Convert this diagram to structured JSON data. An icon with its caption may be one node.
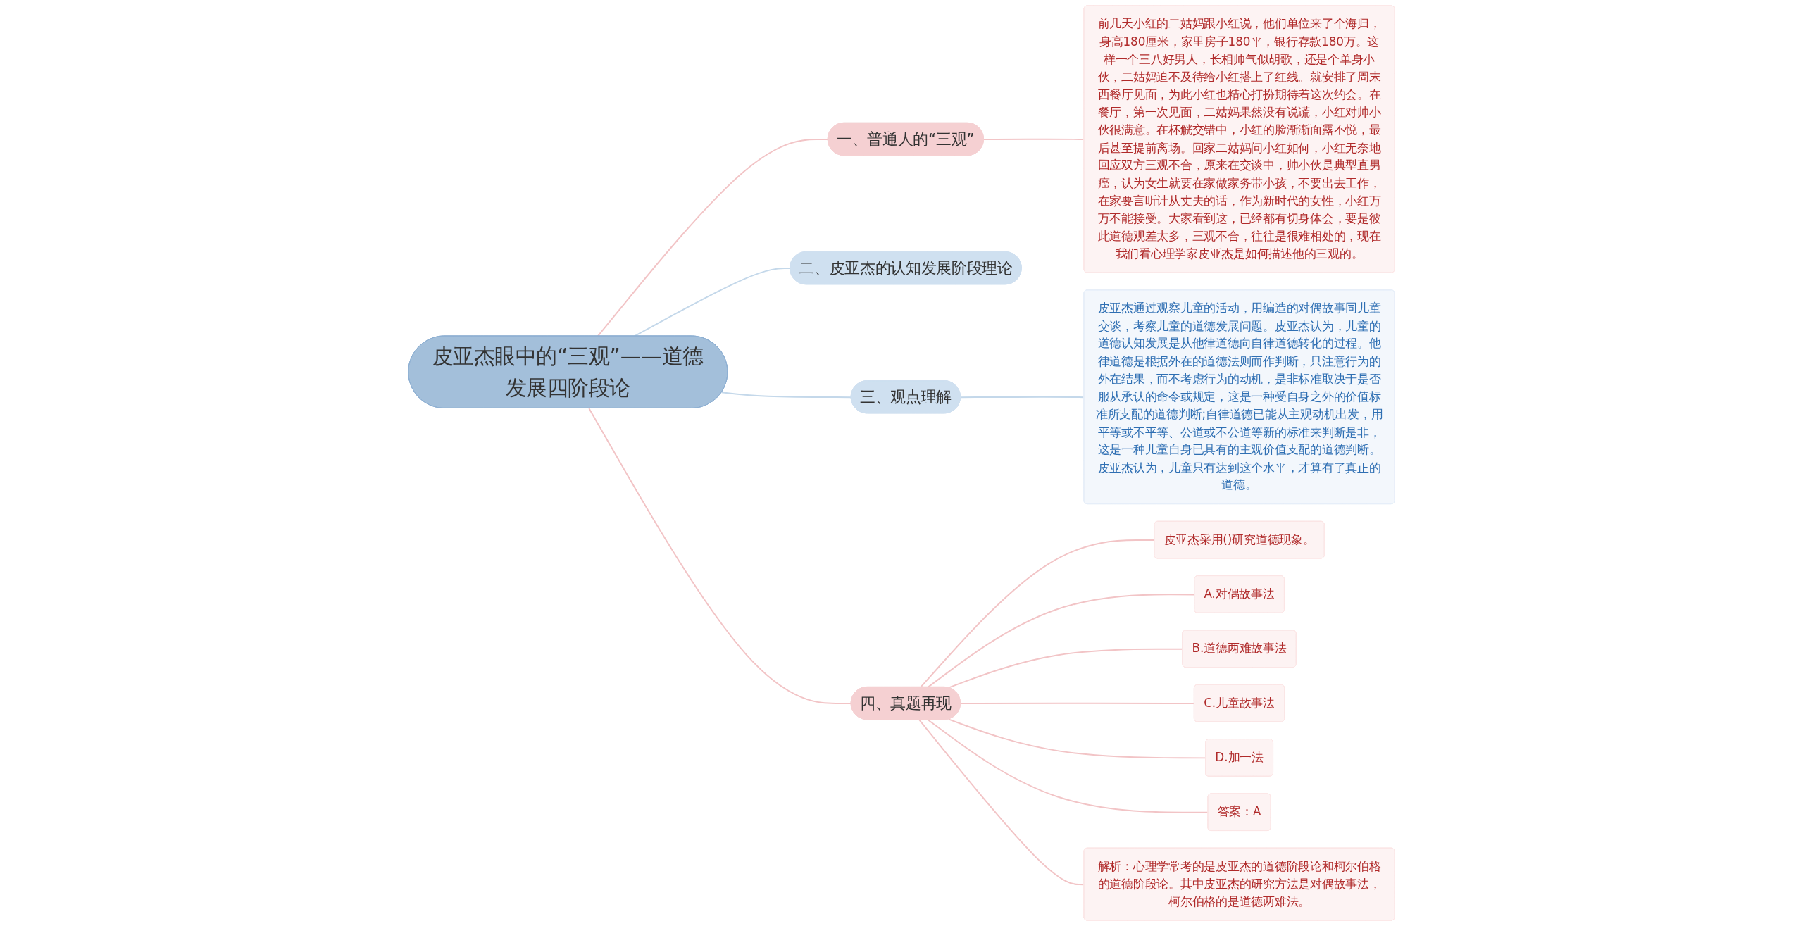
{
  "diagram": {
    "nodes": [
      {
        "text": [
          "皮亚杰眼中的“三观”——道德发展四阶段论"
        ]
      },
      {
        "text": [
          "一、普通人的“三观”"
        ]
      },
      {
        "text": [
          "前几天小红的二姑妈跟小红说，他们单位来了个海归，身高180厘米，家里房子180平，银行存款180万。这样一个三八好男人，长相帅气似胡歌，还是个单身小伙，二姑妈迫不及待给小红搭上了红线。就安排了周末西餐厅见面，为此小红也精心打扮期待着这次约会。在餐厅，第一次见面，二姑妈果然没有说谎，小红对帅小伙很满意。在杯觥交错中，小红的脸渐渐面露不悦，最后甚至提前离场。回家二姑妈问小红如何，小红无奈地回应双方三观不合，原来在交谈中，帅小伙是典型直男癌，认为女生就要在家做家务带小孩，不要出去工作，在家要言听计从丈夫的话，作为新时代的女性，小红万万不能接受。大家看到这，已经都有切身体会，要是彼此道德观差太多，三观不合，往往是很难相处的，现在我们看心理学家皮亚杰是如何描述他的三观的。"
        ]
      },
      {
        "text": [
          "二、皮亚杰的认知发展阶段理论"
        ]
      },
      {
        "text": [
          "三、观点理解"
        ]
      },
      {
        "text": [
          "皮亚杰通过观察儿童的活动，用编造的对偶故事同儿童交谈，考察儿童的道德发展问题。皮亚杰认为，儿童的道德认知发展是从他律道德向自律道德转化的过程。他律道德是根据外在的道德法则而作判断，只注意行为的外在结果，而不考虑行为的动机，是非标准取决于是否服从承认的命令或规定，这是一种受自身之外的价值标准所支配的道德判断;自律道德已能从主观动机出发，用平等或不平等、公道或不公道等新的标准来判断是非，这是一种儿童自身已具有的主观价值支配的道德判断。皮亚杰认为，儿童只有达到这个水平，才算有了真正的道德。"
        ]
      },
      {
        "text": [
          "四、真题再现"
        ]
      },
      {
        "text": [
          "皮亚杰采用()研究道德现象。"
        ]
      },
      {
        "text": [
          "A.对偶故事法"
        ]
      },
      {
        "text": [
          "B.道德两难故事法"
        ]
      },
      {
        "text": [
          "C.儿童故事法"
        ]
      },
      {
        "text": [
          "D.加一法"
        ]
      },
      {
        "text": [
          "答案：A"
        ]
      },
      {
        "text": [
          "解析：心理学常考的是皮亚杰的道德阶段论和柯尔伯格的道德阶段论。其中皮亚杰的研究方法是对偶故事法，柯尔伯格的是道德两难法。"
        ]
      }
    ],
    "edges": [
      {
        "from": 0,
        "to": 1,
        "arrow": "none"
      },
      {
        "from": 1,
        "to": 2,
        "arrow": "none"
      },
      {
        "from": 0,
        "to": 3,
        "arrow": "none",
        "color": "#c4d8ea"
      },
      {
        "from": 0,
        "to": 4,
        "arrow": "none",
        "color": "#c4d8ea"
      },
      {
        "from": 4,
        "to": 5,
        "arrow": "none",
        "color": "#c4d8ea"
      },
      {
        "from": 0,
        "to": 6,
        "arrow": "none"
      },
      {
        "from": 6,
        "to": 7,
        "arrow": "none"
      },
      {
        "from": 6,
        "to": 8,
        "arrow": "none"
      },
      {
        "from": 6,
        "to": 9,
        "arrow": "none"
      },
      {
        "from": 6,
        "to": 10,
        "arrow": "none"
      },
      {
        "from": 6,
        "to": 11,
        "arrow": "none"
      },
      {
        "from": 6,
        "to": 12,
        "arrow": "none"
      },
      {
        "from": 6,
        "to": 13,
        "arrow": "none"
      }
    ]
  }
}
